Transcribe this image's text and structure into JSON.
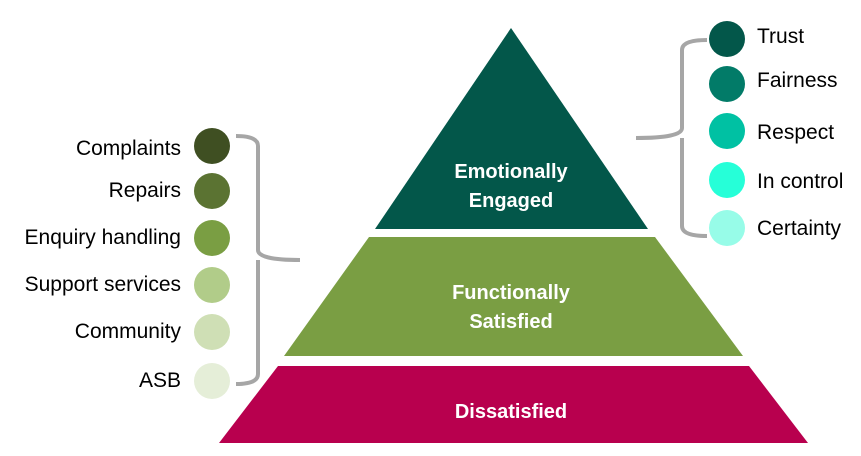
{
  "pyramid": {
    "tiers": [
      {
        "lines": [
          "Emotionally",
          "Engaged"
        ],
        "color": "#03574A"
      },
      {
        "lines": [
          "Functionally",
          "Satisfied"
        ],
        "color": "#7A9E43"
      },
      {
        "lines": [
          "Dissatisfied"
        ],
        "color": "#B8004E"
      }
    ]
  },
  "left_group": {
    "items": [
      {
        "label": "Complaints",
        "color": "#3F4F22"
      },
      {
        "label": "Repairs",
        "color": "#5B7332"
      },
      {
        "label": "Enquiry handling",
        "color": "#7A9E43"
      },
      {
        "label": "Support services",
        "color": "#B1CC89"
      },
      {
        "label": "Community",
        "color": "#CFDFB5"
      },
      {
        "label": "ASB",
        "color": "#E5EED8"
      }
    ]
  },
  "right_group": {
    "items": [
      {
        "label": "Trust",
        "color": "#03574A"
      },
      {
        "label": "Fairness",
        "color": "#027B68"
      },
      {
        "label": "Respect",
        "color": "#00C1A3"
      },
      {
        "label": "In control",
        "color": "#26FFD8"
      },
      {
        "label": "Certainty",
        "color": "#97FCE8"
      }
    ]
  },
  "bracket_color": "#A6A6A6"
}
